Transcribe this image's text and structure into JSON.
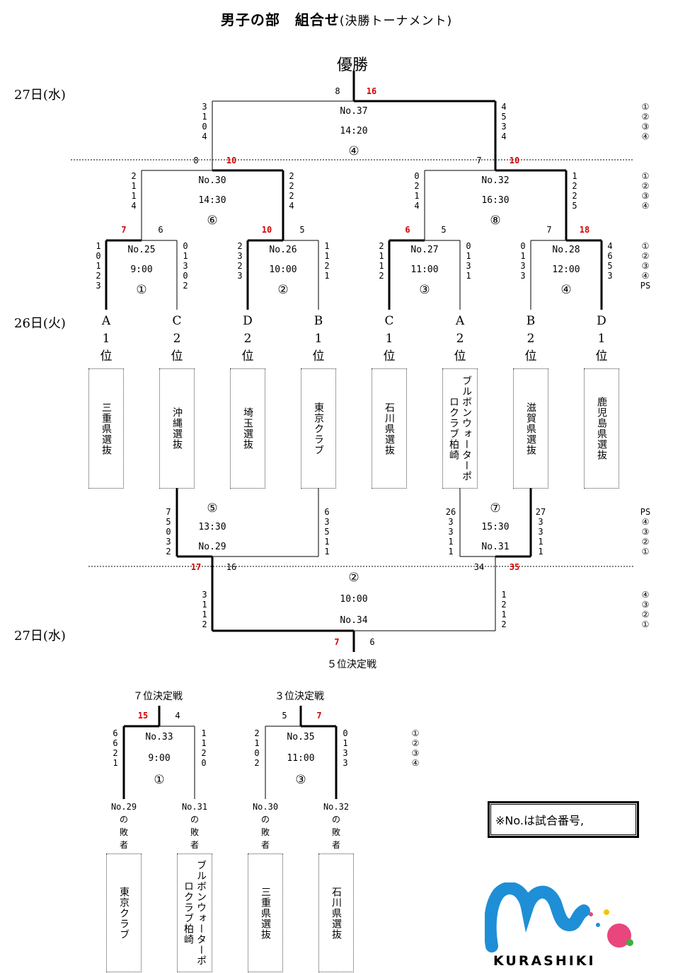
{
  "title": "男子の部　組合せ",
  "title_sub": "(決勝トーナメント)",
  "champion": "優勝",
  "days": {
    "d27a": "27日(水)",
    "d26": "26日(火)",
    "d27b": "27日(水)"
  },
  "final": {
    "no": "No.37",
    "time": "14:20",
    "court": "④",
    "left_total": "8",
    "right_total": "16",
    "left_periods": "3\n1\n0\n4",
    "right_periods": "4\n5\n3\n4"
  },
  "semi1": {
    "no": "No.30",
    "time": "14:30",
    "court": "⑥",
    "left_total": "8",
    "right_total": "10",
    "left_periods": "2\n1\n1\n4",
    "right_periods": "2\n2\n2\n4"
  },
  "semi2": {
    "no": "No.32",
    "time": "16:30",
    "court": "⑧",
    "left_total": "7",
    "right_total": "10",
    "left_periods": "0\n2\n1\n4",
    "right_periods": "1\n2\n2\n5"
  },
  "qf": [
    {
      "no": "No.25",
      "time": "9:00",
      "court": "①",
      "left_total": "7",
      "right_total": "6",
      "left_periods": "1\n0\n1\n2\n3",
      "right_periods": "0\n1\n3\n0\n2"
    },
    {
      "no": "No.26",
      "time": "10:00",
      "court": "②",
      "left_total": "10",
      "right_total": "5",
      "left_periods": "2\n3\n2\n3",
      "right_periods": "1\n1\n2\n1"
    },
    {
      "no": "No.27",
      "time": "11:00",
      "court": "③",
      "left_total": "6",
      "right_total": "5",
      "left_periods": "2\n1\n1\n2",
      "right_periods": "0\n1\n3\n1"
    },
    {
      "no": "No.28",
      "time": "12:00",
      "court": "④",
      "left_total": "7",
      "right_total": "18",
      "left_periods": "0\n1\n3\n3",
      "right_periods": "4\n6\n5\n3"
    }
  ],
  "period_labels_top": "①\n②\n③\n④",
  "period_labels_qf": "①\n②\n③\n④\nPS",
  "period_labels_bottom": "PS\n④\n③\n②\n①",
  "period_labels_5th": "④\n③\n②\n①",
  "seeds": [
    "A\n1\n位",
    "C\n2\n位",
    "D\n2\n位",
    "B\n1\n位",
    "C\n1\n位",
    "A\n2\n位",
    "B\n2\n位",
    "D\n1\n位"
  ],
  "teams": [
    "三重県選抜",
    "沖縄選抜",
    "埼玉選抜",
    "東京クラブ",
    "石川県選抜",
    "ブルボンウォーターポロクラブ柏崎",
    "滋賀県選抜",
    "鹿児島県選抜"
  ],
  "cons1": {
    "no": "No.29",
    "time": "13:30",
    "court": "⑤",
    "left_total": "17",
    "right_total": "16",
    "left_periods": "7\n5\n0\n3\n2",
    "right_periods": "6\n3\n5\n1\n1"
  },
  "cons2": {
    "no": "No.31",
    "time": "15:30",
    "court": "⑦",
    "left_total": "34",
    "right_total": "35",
    "left_periods": "26\n3\n3\n1\n1",
    "right_periods": "27\n3\n3\n1\n1"
  },
  "fifth": {
    "no": "No.34",
    "time": "10:00",
    "court": "②",
    "left_total": "7",
    "right_total": "6",
    "left_periods": "3\n1\n1\n2",
    "right_periods": "1\n2\n1\n2",
    "label": "５位決定戦"
  },
  "seventh": {
    "label": "７位決定戦",
    "no": "No.33",
    "time": "9:00",
    "court": "①",
    "left_total": "15",
    "right_total": "4",
    "left_periods": "6\n6\n2\n1",
    "right_periods": "1\n1\n2\n0"
  },
  "third": {
    "label": "３位決定戦",
    "no": "No.35",
    "time": "11:00",
    "court": "③",
    "left_total": "5",
    "right_total": "7",
    "left_periods": "2\n1\n0\n2",
    "right_periods": "0\n1\n3\n3"
  },
  "losers": [
    "No.29\nの\n敗\n者",
    "No.31\nの\n敗\n者",
    "No.30\nの\n敗\n者",
    "No.32\nの\n敗\n者"
  ],
  "bottom_teams": [
    "東京クラブ",
    "ブルボンウォーターポロクラブ柏崎",
    "三重県選抜",
    "石川県選抜"
  ],
  "note": "※No.は試合番号,",
  "logo": "KURASHIKI",
  "colors": {
    "winner": "#d40000",
    "logo_blue": "#1e8fd6",
    "logo_pink": "#e8467c",
    "logo_green": "#3cb043",
    "logo_yellow": "#f5c400"
  }
}
